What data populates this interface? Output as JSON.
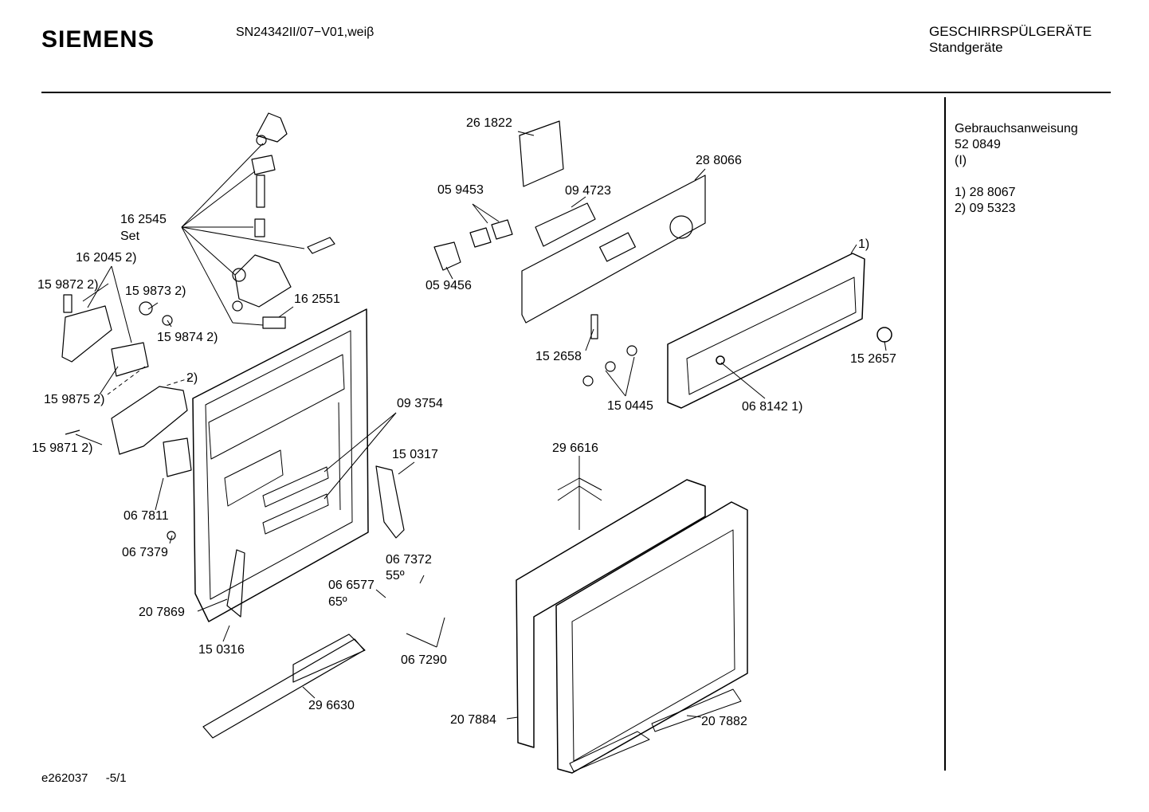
{
  "header": {
    "brand": "SIEMENS",
    "model": "SN24342II/07−V01,weiβ",
    "category_line1": "GESCHIRRSPÜLGERÄTE",
    "category_line2": "Standgeräte"
  },
  "sidebar": {
    "manual_title": "Gebrauchsanweisung",
    "manual_number": "52 0849",
    "manual_lang": "(I)",
    "footnote_1": "1)  28 8067",
    "footnote_2": "2)  09 5323"
  },
  "footer": {
    "code": "e262037",
    "page": "-5/1"
  },
  "parts": {
    "p162545": "16 2545",
    "set": "Set",
    "p162045": "16 2045 2)",
    "p159872": "15 9872 2)",
    "p159873": "15 9873 2)",
    "p159874": "15 9874 2)",
    "p162551": "16 2551",
    "p2": "2)",
    "p159875": "15 9875 2)",
    "p159871": "15 9871 2)",
    "p067811": "06 7811",
    "p067379": "06 7379",
    "p207869": "20 7869",
    "p150316": "15 0316",
    "p093754": "09 3754",
    "p150317": "15 0317",
    "p067372": "06 7372",
    "deg55": "55º",
    "p066577": "06 6577",
    "deg65": "65º",
    "p067290": "06 7290",
    "p296630": "29 6630",
    "p261822": "26 1822",
    "p059453": "05 9453",
    "p094723": "09 4723",
    "p288066": "28 8066",
    "p059456": "05 9456",
    "p152658": "15 2658",
    "p150445": "15 0445",
    "p068142": "06 8142 1)",
    "p1": "1)",
    "p152657": "15 2657",
    "p296616": "29 6616",
    "p207884": "20 7884",
    "p207882": "20 7882"
  }
}
